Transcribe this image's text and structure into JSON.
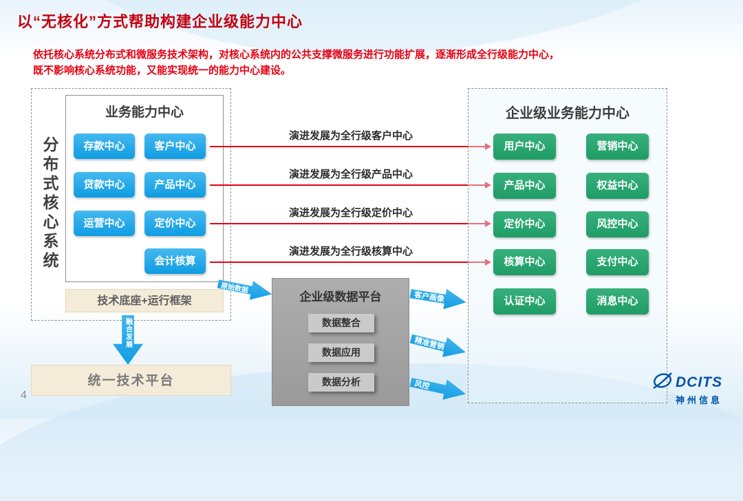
{
  "page": {
    "title": "以“无核化”方式帮助构建企业级能力中心",
    "description_line1": "依托核心系统分布式和微服务技术架构，对核心系统内的公共支撑微服务进行功能扩展，逐渐形成全行级能力中心，",
    "description_line2": "既不影响核心系统功能，又能实现统一的能力中心建设。",
    "page_number": "4"
  },
  "left_panel": {
    "side_label": "分布式核心系统",
    "inner_title": "业务能力中心",
    "buttons": [
      "存款中心",
      "客户中心",
      "贷款中心",
      "产品中心",
      "运营中心",
      "定价中心",
      "会计核算"
    ],
    "tech_base": "技术底座+运行框架",
    "fusion_arrow_label": "融合发展",
    "unified_platform": "统一技术平台"
  },
  "evolution_arrows": [
    "演进发展为全行级客户中心",
    "演进发展为全行级产品中心",
    "演进发展为全行级定价中心",
    "演进发展为全行级核算中心"
  ],
  "data_platform": {
    "input_arrow_label": "原始数据",
    "title": "企业级数据平台",
    "items": [
      "数据整合",
      "数据应用",
      "数据分析"
    ],
    "output_arrows": [
      "客户画像",
      "精准营销",
      "风控"
    ]
  },
  "right_panel": {
    "title": "企业级业务能力中心",
    "buttons": [
      "用户中心",
      "营销中心",
      "产品中心",
      "权益中心",
      "定价中心",
      "风控中心",
      "核算中心",
      "支付中心",
      "认证中心",
      "消息中心"
    ]
  },
  "logo": {
    "brand": "DCITS",
    "company": "神州信息"
  },
  "colors": {
    "title_red": "#c30010",
    "body_red": "#e60012",
    "arrow_red": "#e60012",
    "chip_blue": "#149de3",
    "chip_green": "#27a270",
    "beige": "#f4ecd9",
    "platform_gray": "#a0a0a0",
    "brand_blue": "#0054a6"
  }
}
